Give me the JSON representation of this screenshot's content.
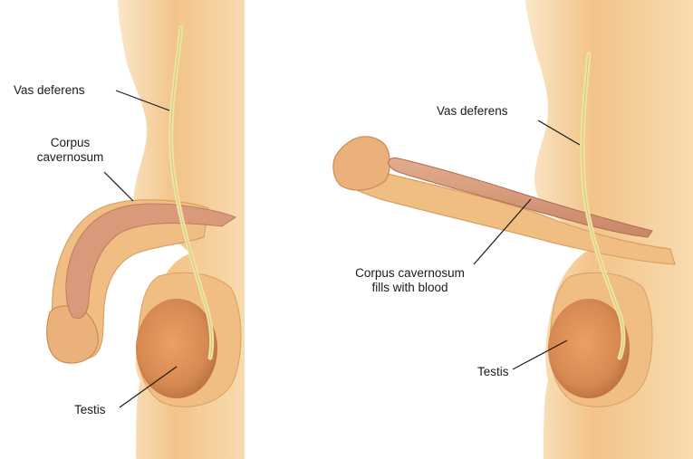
{
  "left_panel": {
    "vas_deferens": "Vas deferens",
    "corpus_line1": "Corpus",
    "corpus_line2": "cavernosum",
    "testis": "Testis"
  },
  "right_panel": {
    "vas_deferens": "Vas deferens",
    "corpus_line1": "Corpus cavernosum",
    "corpus_line2": "fills with blood",
    "testis": "Testis"
  },
  "colors": {
    "skin": "#f2c489",
    "skin_light": "#f8dcb0",
    "skin_dark": "#d9a063",
    "corpus": "#c98667",
    "corpus_light": "#e2ad8d",
    "testis": "#d68a52",
    "vas": "#efe3a4",
    "leader": "#1a1a1a"
  }
}
